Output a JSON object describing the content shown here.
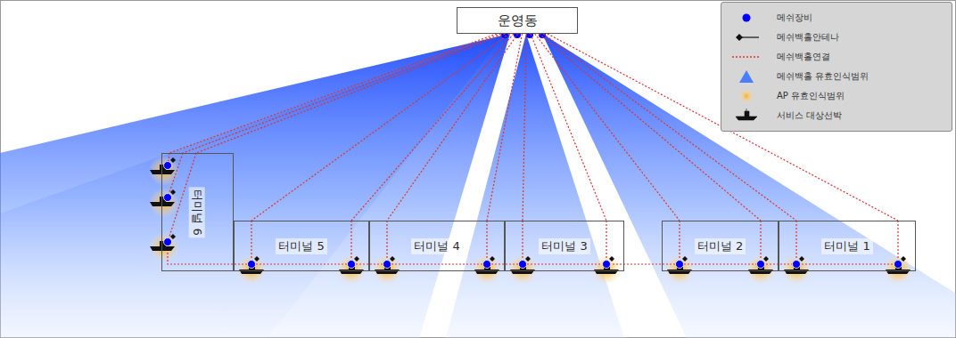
{
  "diagram": {
    "nodes": [
      {
        "text": [
          "운영동"
        ]
      },
      {
        "text": [
          "터미널 6"
        ]
      },
      {
        "text": [
          "터미널 5"
        ]
      },
      {
        "text": [
          "터미널 4"
        ]
      },
      {
        "text": [
          "터미널 3"
        ]
      },
      {
        "text": [
          "터미널 2"
        ]
      },
      {
        "text": [
          "터미널 1"
        ]
      }
    ],
    "edges": [
      {
        "from": 0,
        "to": 1,
        "arrow": "none"
      },
      {
        "from": 0,
        "to": 1,
        "arrow": "none"
      },
      {
        "from": 0,
        "to": 1,
        "arrow": "none"
      },
      {
        "from": 0,
        "to": 2,
        "arrow": "none"
      },
      {
        "from": 0,
        "to": 2,
        "arrow": "none"
      },
      {
        "from": 0,
        "to": 3,
        "arrow": "none"
      },
      {
        "from": 0,
        "to": 3,
        "arrow": "none"
      },
      {
        "from": 0,
        "to": 4,
        "arrow": "none"
      },
      {
        "from": 0,
        "to": 4,
        "arrow": "none"
      },
      {
        "from": 0,
        "to": 5,
        "arrow": "none"
      },
      {
        "from": 0,
        "to": 5,
        "arrow": "none"
      },
      {
        "from": 0,
        "to": 6,
        "arrow": "none"
      },
      {
        "from": 0,
        "to": 6,
        "arrow": "none"
      }
    ],
    "legend": [
      {
        "text": "메쉬장비",
        "color": "#0000ff"
      },
      {
        "text": "메쉬백홀안테나"
      },
      {
        "text": "메쉬백홀연결"
      },
      {
        "text": "메쉬백홀 유효인식범위"
      },
      {
        "text": "AP 유효인식범위"
      },
      {
        "text": "서비스 대상선박"
      }
    ]
  }
}
